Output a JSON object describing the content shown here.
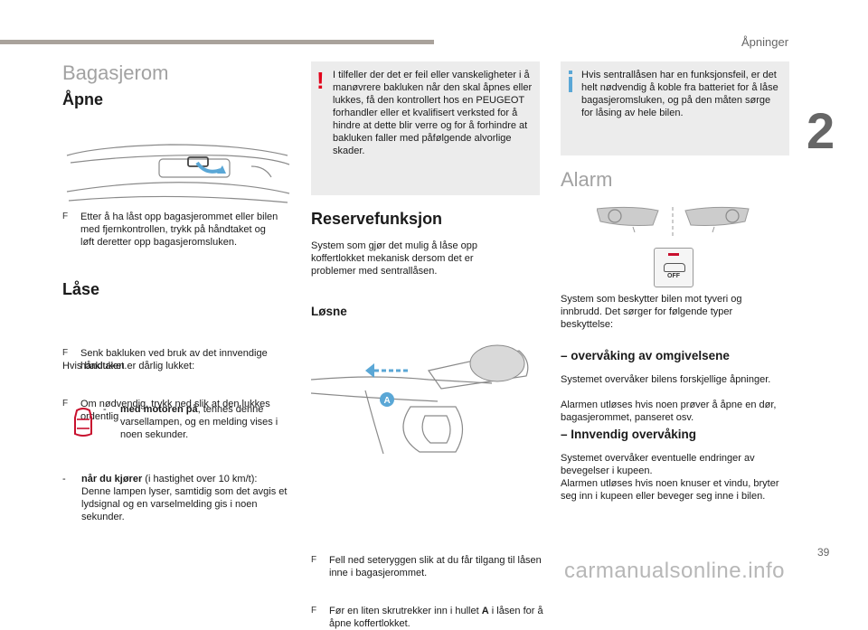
{
  "header": {
    "section": "Åpninger",
    "chapter": "2",
    "page_number": "39"
  },
  "col1": {
    "title": "Bagasjerom",
    "open_heading": "Åpne",
    "open_bullet": "Etter å ha låst opp bagasjerommet eller bilen med fjernkontrollen, trykk på håndtaket og løft deretter opp bagasjeromsluken.",
    "lock_heading": "Låse",
    "lock_bullets": [
      "Senk bakluken ved bruk av det innvendige håndtaket.",
      "Om nødvendig, trykk ned slik at den lukkes ordentlig"
    ],
    "lock_note": "Hvis bakluken er dårlig lukket:",
    "engine_on_bold": "med motoren på",
    "engine_on_text": ", tennes denne varsellampen, og en melding vises i noen sekunder.",
    "driving_bold": "når du kjører",
    "driving_text": " (i hastighet over 10 km/t): Denne lampen lyser, samtidig som det avgis et lydsignal og en varselmelding gis i noen sekunder."
  },
  "col2": {
    "warning": "I tilfeller der det er feil eller vanskeligheter i å manøvrere bakluken når den skal åpnes eller lukkes, få den kontrollert hos en PEUGEOT forhandler eller et kvalifisert verksted for å hindre at dette blir verre og for å forhindre at bakluken faller med påfølgende alvorlige skader.",
    "backup_heading": "Reservefunksjon",
    "backup_text": "System som gjør det mulig å låse opp koffertlokket mekanisk dersom det er problemer med sentrallåsen.",
    "release_heading": "Løsne",
    "marker": "A",
    "release_bullet1": "Fell ned seteryggen slik at du får tilgang til låsen inne i bagasjerommet.",
    "release_bullet2_pre": "Før en liten skrutrekker inn i hullet ",
    "release_bullet2_bold": "A",
    "release_bullet2_post": " i låsen for å åpne koffertlokket."
  },
  "col3": {
    "info": "Hvis sentrallåsen har en funksjonsfeil, er det helt nødvendig å koble fra batteriet for å låse bagasjeromsluken, og på den måten sørge for låsing av hele bilen.",
    "alarm_title": "Alarm",
    "off_label": "OFF",
    "alarm_text": "System som beskytter bilen mot tyveri og innbrudd. Det sørger for følgende typer beskyttelse:",
    "perimeter_heading": "– overvåking av omgivelsene",
    "perimeter_text1": "Systemet overvåker bilens forskjellige åpninger.",
    "perimeter_text2": "Alarmen utløses hvis noen prøver å åpne en dør, bagasjerommet, panseret osv.",
    "interior_heading": "– Innvendig overvåking",
    "interior_text1": "Systemet overvåker eventuelle endringer av bevegelser i kupeen.",
    "interior_text2": "Alarmen utløses hvis noen knuser et vindu, bryter seg inn i kupeen eller beveger seg inne i bilen."
  },
  "footer": {
    "watermark": "carmanualsonline.info"
  },
  "colors": {
    "warning_red": "#e2001a",
    "info_blue": "#5aa7d6",
    "lamp_red": "#c8102e"
  }
}
